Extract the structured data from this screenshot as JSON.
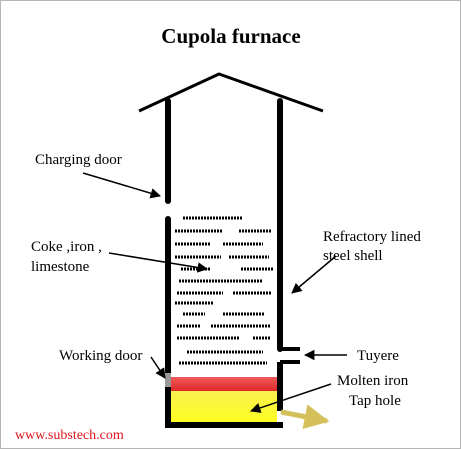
{
  "title": "Cupola furnace",
  "labels": {
    "charging_door": "Charging door",
    "coke_line1": "Coke ,iron ,",
    "coke_line2": "limestone",
    "refractory_line1": "Refractory lined",
    "refractory_line2": "steel shell",
    "working_door": "Working door",
    "tuyere": "Tuyere",
    "molten_iron": "Molten iron",
    "tap_hole": "Tap hole"
  },
  "watermark": "www.substech.com",
  "colors": {
    "molten_iron_top": "#e83a35",
    "molten_iron_bottom": "#ffff2a",
    "tap_flow": "#d4c05a",
    "working_door": "#9a9a9a",
    "watermark": "#e0141c"
  }
}
